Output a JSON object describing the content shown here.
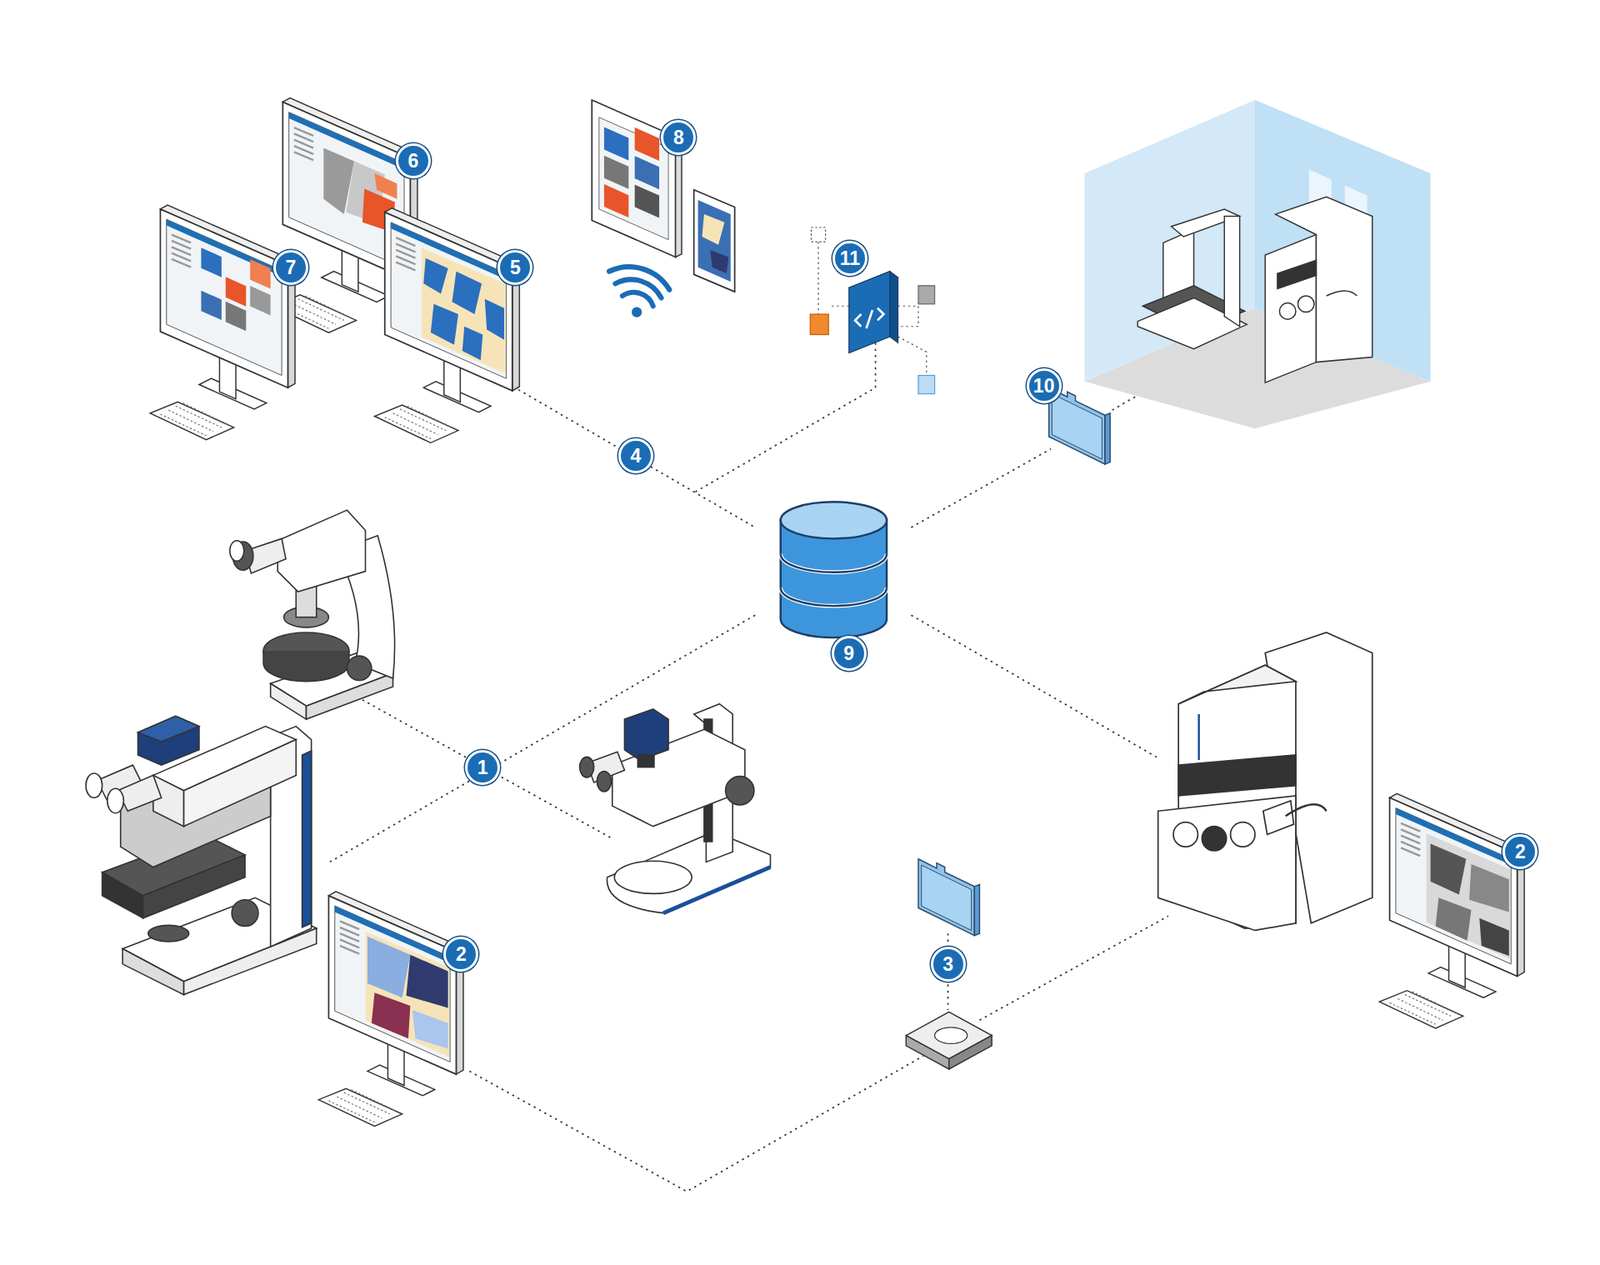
{
  "diagram": {
    "labels": [
      "8",
      "6",
      "11",
      "7",
      "5",
      "10",
      "4",
      "9",
      "1",
      "2",
      "3",
      "2"
    ]
  }
}
